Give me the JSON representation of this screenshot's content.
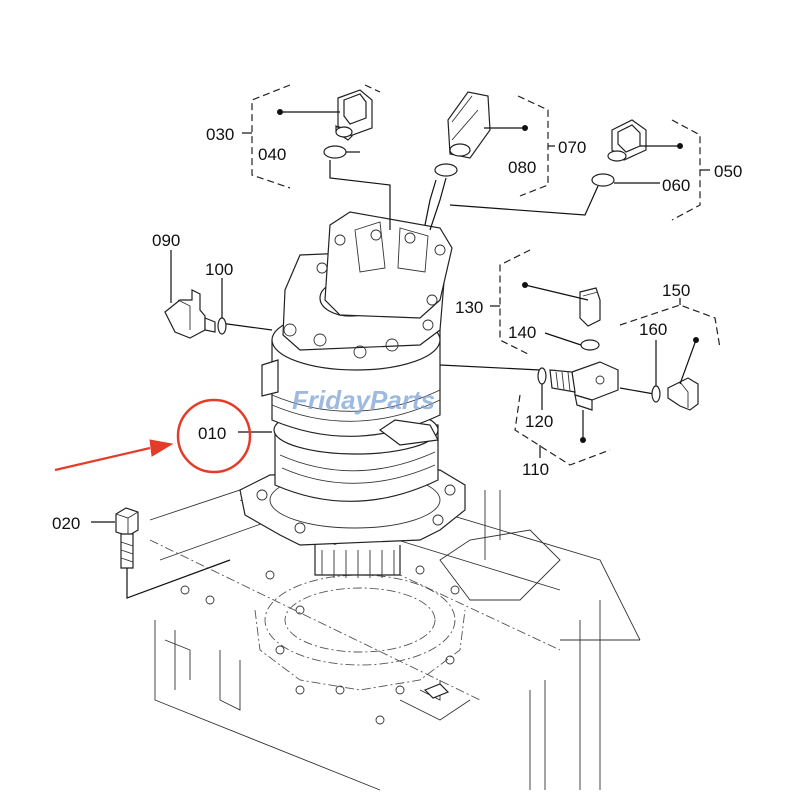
{
  "diagram": {
    "watermark": "FridayParts",
    "colors": {
      "highlight": "#e53c2a",
      "watermark": "#7fa3d6",
      "lines": "#111111"
    },
    "labels": {
      "p010": "010",
      "p020": "020",
      "p030": "030",
      "p040": "040",
      "p050": "050",
      "p060": "060",
      "p070": "070",
      "p080": "080",
      "p090": "090",
      "p100": "100",
      "p110": "110",
      "p120": "120",
      "p130": "130",
      "p140": "140",
      "p150": "150",
      "p160": "160"
    }
  }
}
